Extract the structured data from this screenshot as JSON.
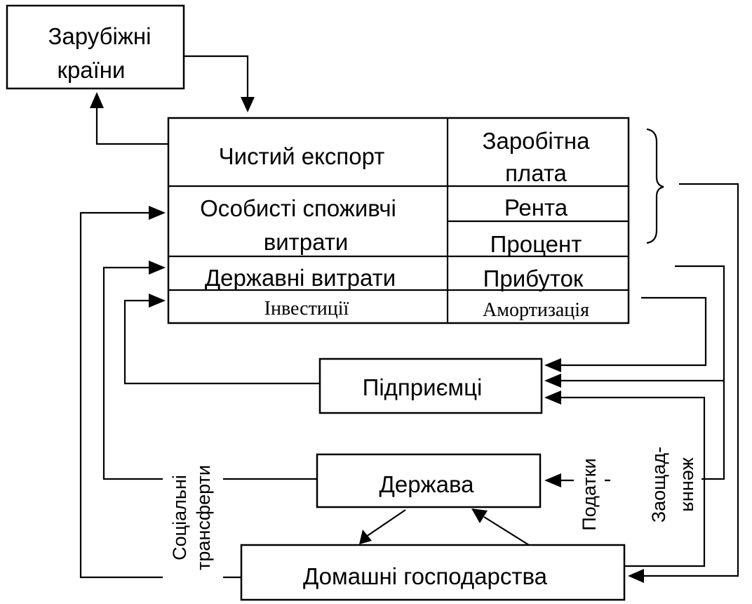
{
  "nodes": {
    "foreign": [
      "Зарубіжні",
      "країни"
    ],
    "entrepreneurs": "Підприємці",
    "state": "Держава",
    "households": "Домашні господарства"
  },
  "table": {
    "expenditures": {
      "net_export": "Чистий експорт",
      "consumption": [
        "Особисті споживчі",
        "витрати"
      ],
      "government": "Державні витрати",
      "investment": "Інвестиції"
    },
    "incomes": {
      "wages": [
        "Заробітна",
        "плата"
      ],
      "rent": "Рента",
      "interest": "Процент",
      "profit": "Прибуток",
      "depreciation": "Амортизація"
    }
  },
  "flows": {
    "transfers": [
      "Соціальні",
      "трансферти"
    ],
    "taxes": "Податки",
    "savings": [
      "Заощад-",
      "ження"
    ]
  }
}
